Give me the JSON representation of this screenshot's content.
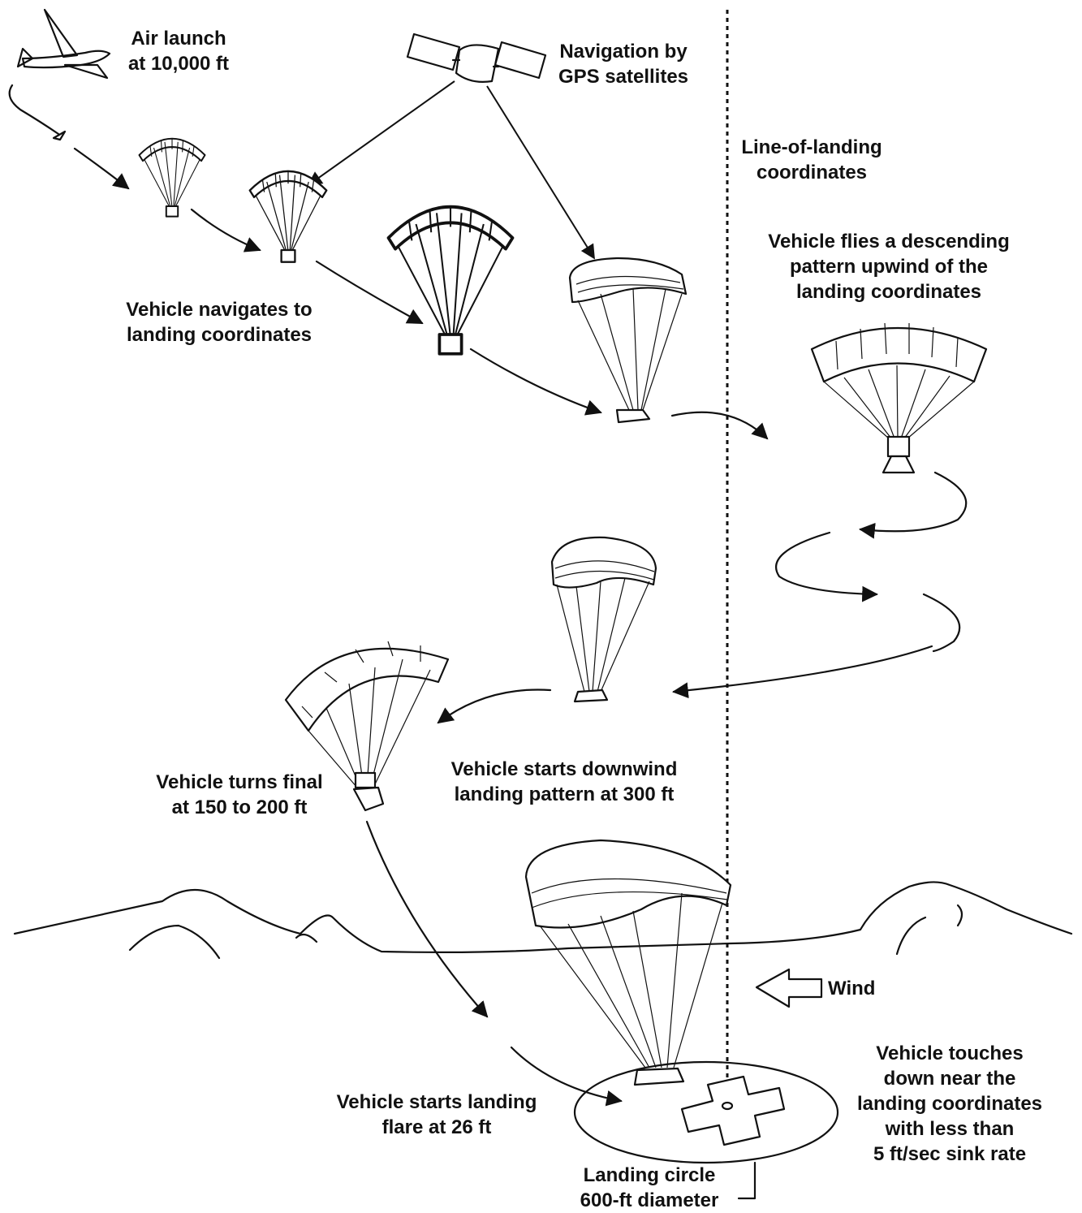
{
  "labels": {
    "air_launch": [
      "Air launch",
      "at 10,000 ft"
    ],
    "gps": [
      "Navigation by",
      "GPS satellites"
    ],
    "line_of_landing": [
      "Line-of-landing",
      "coordinates"
    ],
    "navigates": [
      "Vehicle navigates to",
      "landing coordinates"
    ],
    "descending": [
      "Vehicle flies a descending",
      "pattern upwind of the",
      "landing coordinates"
    ],
    "turns_final": [
      "Vehicle turns final",
      "at 150 to 200 ft"
    ],
    "downwind": [
      "Vehicle starts downwind",
      "landing pattern at 300 ft"
    ],
    "wind": "Wind",
    "flare": [
      "Vehicle starts landing",
      "flare at 26 ft"
    ],
    "touches": [
      "Vehicle touches",
      "down near the",
      "landing coordinates",
      "with less than",
      "5 ft/sec sink rate"
    ],
    "circle": [
      "Landing circle",
      "600-ft diameter"
    ]
  },
  "colors": {
    "ink": "#111111",
    "background": "#ffffff"
  }
}
